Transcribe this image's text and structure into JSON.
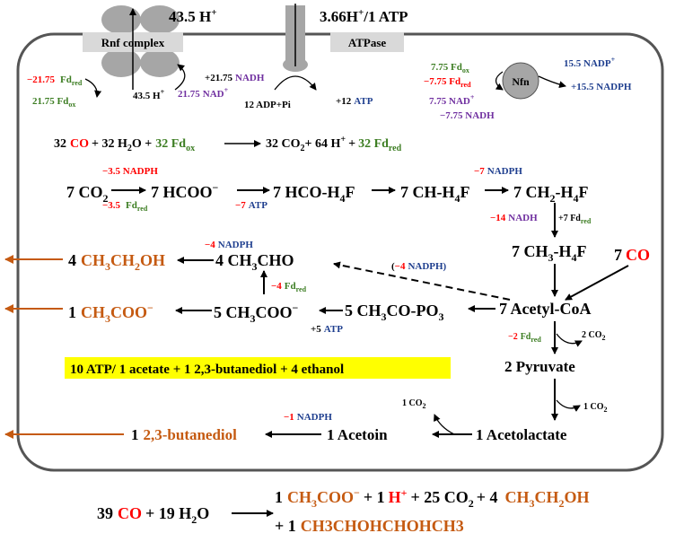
{
  "top": {
    "rnf_h": "43.5 H",
    "rnf_label": "Rnf complex",
    "atpase_h": "3.66H",
    "atpase_h_tail": "/1 ATP",
    "atpase_label": "ATPase",
    "rnf_fd_red_val": "−21.75",
    "rnf_fd_red": "Fd",
    "rnf_fd_ox": "21.75 Fd",
    "rnf_h_in": "43.5 H",
    "rnf_nadh_num": "+21.75",
    "rnf_nadh": "NADH",
    "rnf_nad_num": "21.75",
    "rnf_nad": "NAD",
    "atp_adp": "12 ADP+Pi",
    "atp_atp_num": "+12",
    "atp_atp": "ATP",
    "nfn_label": "Nfn",
    "nfn_fdox": "7.75 Fd",
    "nfn_fdred": "−7.75 Fd",
    "nfn_nad": "7.75 NAD",
    "nfn_nadh": "−7.75 NADH",
    "nfn_nadp": "15.5 NADP",
    "nfn_nadph": "+15.5 NADPH"
  },
  "eq1": {
    "a": "32",
    "co": "CO",
    "b": "+ 32 H",
    "c": "O +",
    "d": "32 Fd",
    "e": "32 CO",
    "f": "+ 64 H",
    "g": "+",
    "h": "32 Fd"
  },
  "pathway": {
    "co2": "7 CO",
    "m3_5_nadph": "−3.5 NADPH",
    "m3_5_fd": "−3.5",
    "fd": "Fd",
    "hcoo": "7 HCOO",
    "m7_atp_num": "−7",
    "m7_atp": "ATP",
    "hcoh4f": "7 HCO-H",
    "m7_nadph_num": "−7",
    "m7_nadph": "NADPH",
    "chh4f": "7 CH-H",
    "ch2h4f": "7 CH",
    "m14_nadh_num": "−14",
    "m14_nadh": "NADH",
    "p7_fd": "+7 Fd",
    "ch3h4f": "7 CH",
    "seven": "7",
    "co": "CO",
    "acetylcoa": "7 Acetyl-CoA",
    "m4_nadph_paren": "(",
    "m4_nadph_num": "−4",
    "m4_nadph_tail": "NADPH)",
    "ch3co_po3": "5 CH",
    "ch3coo5": "5 CH",
    "p5_atp_num": "+5",
    "p5_atp": "ATP",
    "m4_fd_num": "−4",
    "m4_fd": "Fd",
    "ch3cho": "4 CH",
    "m4b_nadph_num": "−4",
    "m4b_nadph": "NADPH",
    "ethanol_n": "4",
    "acetate_n": "1",
    "m2_fd": "−2",
    "p2_co2": "2 CO",
    "pyruvate": "2 Pyruvate",
    "one_co2a": "1 CO",
    "one_co2b": "1 CO",
    "acetolactate": "1 Acetolactate",
    "acetoin": "1 Acetoin",
    "m1_nadph_num": "−1",
    "m1_nadph": "NADPH",
    "bdo_n": "1",
    "bdo": "2,3-butanediol"
  },
  "summary": "10 ATP/ 1 acetate + 1 2,3-butanediol + 4 ethanol",
  "overall": {
    "lhs_a": "39",
    "lhs_co": "CO",
    "lhs_b": "+ 19 H",
    "lhs_c": "O",
    "r1_a": "1",
    "r1_b": "+ 1",
    "r1_h": "H",
    "r1_c": "+ 25 CO",
    "r1_d": "+ 4",
    "r2_a": "+ 1",
    "r2_b": "CH3CHOHCHOHCH3"
  }
}
